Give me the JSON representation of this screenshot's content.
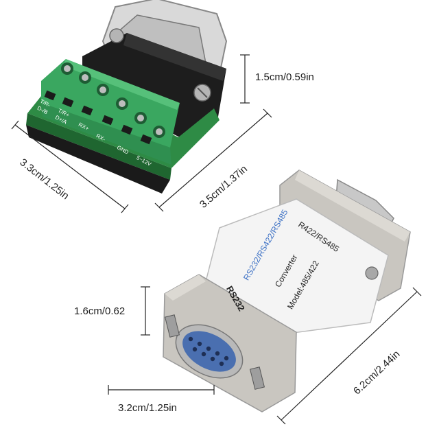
{
  "dimensions": {
    "top_height": "1.5cm/0.59in",
    "top_width": "3.3cm/1.25in",
    "top_length": "3.5cm/1.37in",
    "bottom_height": "1.6cm/0.62",
    "bottom_width": "3.2cm/1.25in",
    "bottom_length": "6.2cm/2.44in"
  },
  "terminal_labels": [
    "T/R-",
    "D-/B",
    "T/R+",
    "D+/A",
    "RX+",
    "RX-",
    "GND",
    "5~12V"
  ],
  "converter": {
    "label_top": "R422/RS485",
    "label_blue": "RS232/RS422/RS485",
    "label_converter": "Converter",
    "label_model": "Model:485/422",
    "label_side": "RS232"
  },
  "colors": {
    "terminal_green": "#3aa760",
    "pcb_green": "#2e8b45",
    "housing_grey": "#c9c6c0",
    "db9_blue": "#4a6fb0",
    "text_blue": "#3a6fc4"
  }
}
